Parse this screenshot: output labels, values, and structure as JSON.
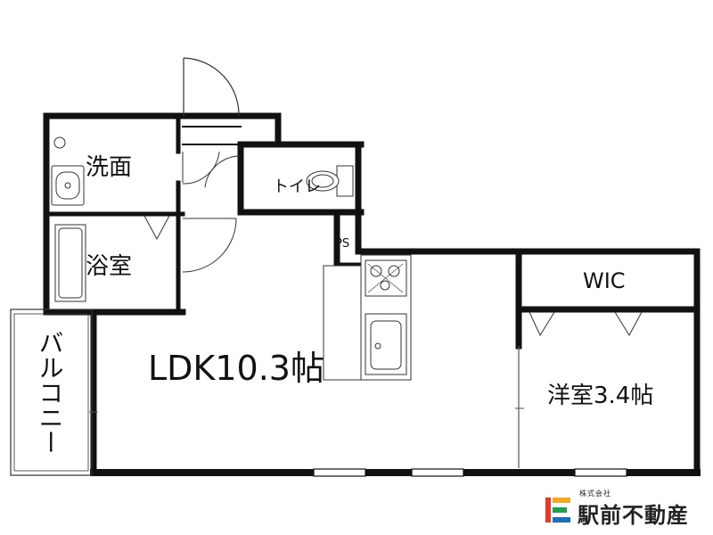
{
  "rooms": {
    "washroom": "洗面",
    "toilet": "トイレ",
    "bath": "浴室",
    "ps": "PS",
    "ldk": "LDK10.3帖",
    "wic": "WIC",
    "western_room": "洋室3.4帖",
    "balcony": "バルコニー"
  },
  "company": {
    "type_label": "株式会社",
    "name": "駅前不動産"
  },
  "logo_colors": [
    "#e83828",
    "#f5a623",
    "#1aa34a",
    "#1d6fb8"
  ]
}
